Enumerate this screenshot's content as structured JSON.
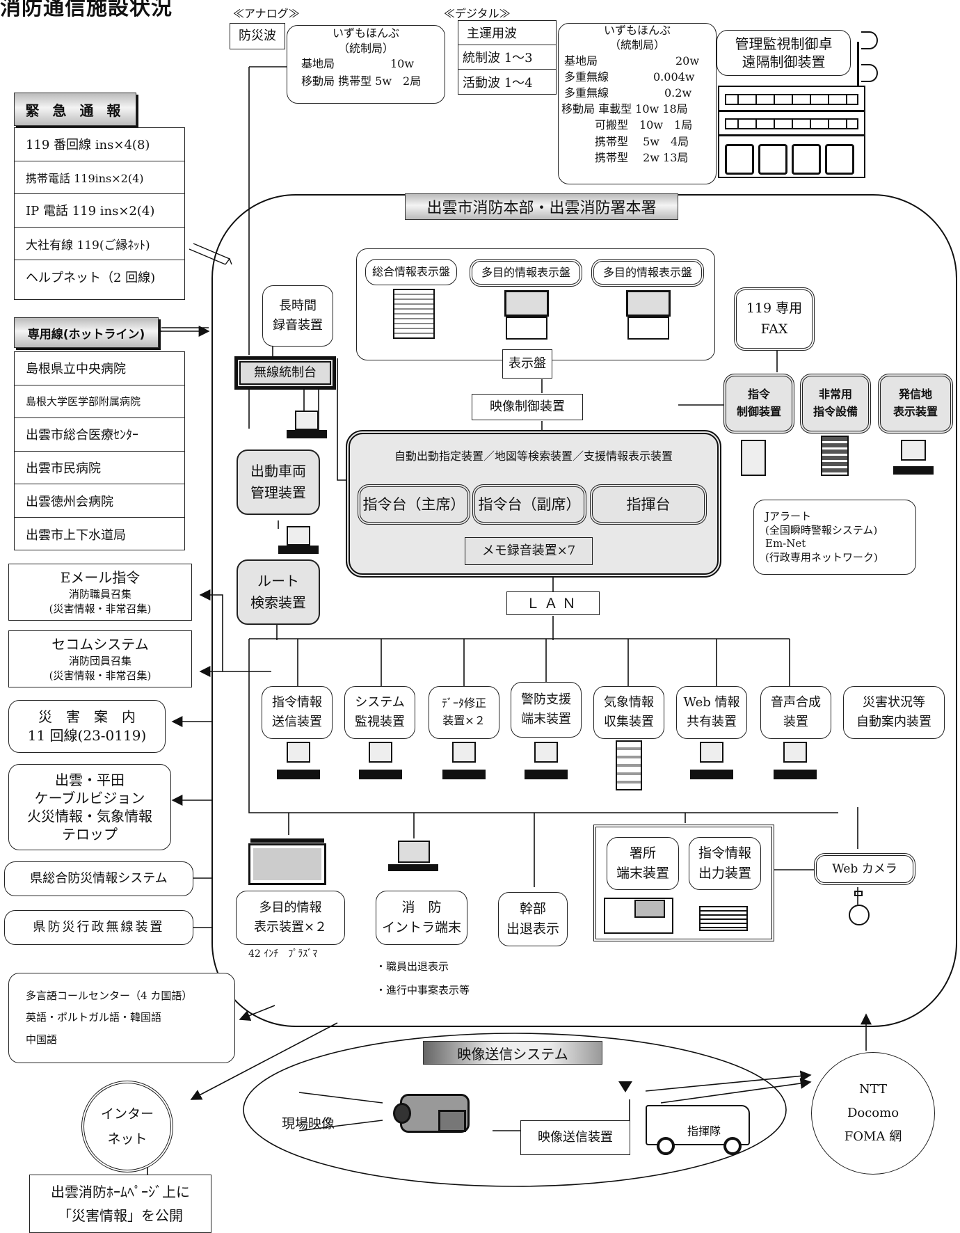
{
  "title": "消防通信施設状況",
  "analog": {
    "tag": "≪アナログ≫",
    "bousai": "防災波",
    "station_title": "いずもほんぶ\n（統制局）",
    "lines": [
      "基地局　　　　　10w",
      "移動局 携帯型 5w　2局"
    ]
  },
  "digital": {
    "tag": "≪デジタル≫",
    "waves": [
      "主運用波",
      "統制波 1〜3",
      "活動波 1〜4"
    ],
    "station_title": "いずもほんぶ\n（統制局）",
    "lines": [
      "基地局　　　　　　　20w",
      "多重無線　　　　0.004w",
      "多重無線　　　　　0.2w",
      "移動局 車載型 10w 18局",
      "　　　可搬型　10w　1局",
      "　　　携帯型　 5w　4局",
      "　　　携帯型　 2w 13局"
    ]
  },
  "remote_console": "管理監視制御卓\n遠隔制御装置",
  "emergency": {
    "header": "緊 急 通 報",
    "items": [
      "119 番回線 ins×4(8)",
      "携帯電話 119ins×2(4)",
      "IP 電話 119 ins×2(4)",
      "大社有線 119(ご縁ﾈｯﾄ)",
      "ヘルプネット（2 回線)"
    ]
  },
  "hotline": {
    "header": "専用線(ホットライン)",
    "items": [
      "島根県立中央病院",
      "島根大学医学部附属病院",
      "出雲市総合医療ｾﾝﾀｰ",
      "出雲市民病院",
      "出雲徳州会病院",
      "出雲市上下水道局"
    ]
  },
  "left_outputs": {
    "email": [
      "Eメール指令",
      "消防職員召集",
      "(災害情報・非常召集)"
    ],
    "secom": [
      "セコムシステム",
      "消防団員召集",
      "(災害情報・非常召集)"
    ],
    "saigai_annai": "災　害　案　内\n11 回線(23-0119)",
    "cable": "出雲・平田\nケーブルビジョン\n火災情報・気象情報\nテロップ",
    "ken_bousai": "県総合防災情報システム",
    "ken_musen": "県防災行政無線装置",
    "multilingual": [
      "多言語コールセンター（4 カ国語）",
      "英語・ポルトガル語・韓国語",
      "中国語"
    ],
    "internet": "インター\nネット",
    "homepage": "出雲消防ﾎｰﾑﾍﾟｰｼﾞ上に\n「災害情報」を公開"
  },
  "hq": {
    "title": "出雲市消防本部・出雲消防署本署",
    "sougou_display": "総合情報表示盤",
    "multi_display_1": "多目的情報表示盤",
    "multi_display_2": "多目的情報表示盤",
    "display_panel": "表示盤",
    "video_control": "映像制御装置",
    "long_recorder": "長時間\n録音装置",
    "radio_console": "無線統制台",
    "vehicle_mgmt": "出動車両\n管理装置",
    "route_search": "ルート\n検索装置",
    "fax": "119 専用\nFAX",
    "command_ctrl": "指令\n制御装置",
    "emergency_cmd": "非常用\n指令設備",
    "caller_loc": "発信地\n表示装置",
    "auto_dispatch": "自動出動指定装置／地図等検索装置／支援情報表示装置",
    "console_main": "指令台（主席）",
    "console_sub": "指令台（副席）",
    "console_chief": "指揮台",
    "memo_recorder": "メモ録音装置×7",
    "jalert": "Jアラート\n(全国瞬時警報システム)\nEm-Net\n(行政専用ネットワーク)",
    "lan": "ＬＡＮ",
    "lan_devices": [
      "指令情報\n送信装置",
      "システム\n監視装置",
      "ﾃﾞｰﾀ修正\n装置×２",
      "警防支援\n端末装置",
      "気象情報\n収集装置",
      "Web 情報\n共有装置",
      "音声合成\n装置"
    ],
    "auto_guide": "災害状況等\n自動案内装置",
    "multi_display_x2": "多目的情報\n表示装置×２",
    "plasma_note": "42 ｲﾝﾁ　ﾌﾟﾗｽﾞﾏ",
    "intranet": "消　防\nイントラ端末",
    "intranet_notes": [
      "・職員出退表示",
      "・進行中事案表示等"
    ],
    "officer_display": "幹部\n出退表示",
    "station_terminal": "署所\n端末装置",
    "cmd_output": "指令情報\n出力装置",
    "web_camera": "Web カメラ"
  },
  "video_system": {
    "header": "映像送信システム",
    "scene": "現場映像",
    "transmitter": "映像送信装置",
    "unit": "指揮隊",
    "network": "NTT\nDocomo\nFOMA 網"
  }
}
